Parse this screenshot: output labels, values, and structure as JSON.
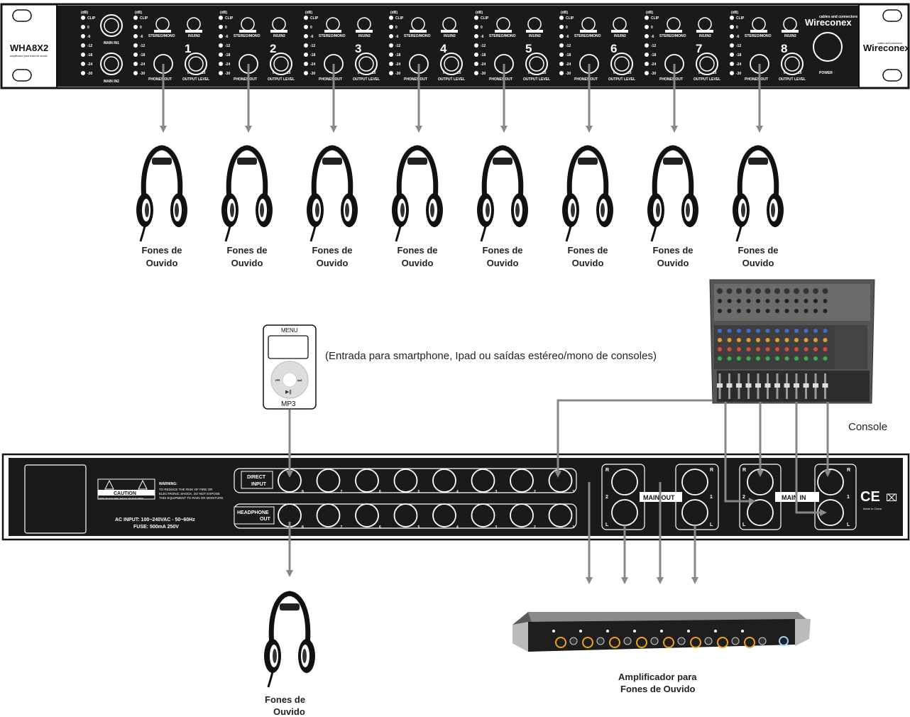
{
  "front_panel": {
    "model": "WHA8X2",
    "model_sub": "amplificador para fones de ouvido",
    "brand": "Wireconex",
    "brand_tag": "cables and connectors",
    "main_in1": "MAIN IN1",
    "main_in2": "MAIN IN2",
    "power_label": "POWER",
    "meter_header": "(dB)",
    "meter_levels": [
      "CLIP",
      "0",
      "-6",
      "-12",
      "-18",
      "-24",
      "-30"
    ],
    "knob_min": "0",
    "knob_max": "10",
    "channel_numbers": [
      "1",
      "2",
      "3",
      "4",
      "5",
      "6",
      "7",
      "8"
    ],
    "stereo_mono": "STEREO/MONO",
    "in1_in2": "IN1/IN2",
    "phones_out": "PHONES OUT",
    "output_level": "OUTPUT LEVEL"
  },
  "headphones": {
    "label_line1": "Fones de",
    "label_line2": "Ouvido"
  },
  "mp3": {
    "menu": "MENU",
    "label": "MP3"
  },
  "input_note": "(Entrada para smartphone, Ipad ou saídas estéreo/mono de consoles)",
  "console_label": "Console",
  "rear_panel": {
    "direct_input_l1": "DIRECT",
    "direct_input_l2": "INPUT",
    "headphone_out_l1": "HEADPHONE",
    "headphone_out_l2": "OUT",
    "jack_numbers": [
      "8",
      "7",
      "6",
      "5",
      "4",
      "3",
      "2",
      "1"
    ],
    "caution": "CAUTION",
    "caution_sub": "RISK OF ELECTRIC SHOCK, DO NOT OPEN",
    "warning_title": "WARNING:",
    "warning_l1": "TO REDUCE THE RISK OF FIRE OR",
    "warning_l2": "ELECTRONIC SHOCK, DO NOT EXPOSE",
    "warning_l3": "THIS EQUIPMENT TO RAIN OR MOISTURE",
    "ac_input": "AC INPUT: 100~240VAC - 50~60Hz",
    "fuse": "FUSE: 500mA 250V",
    "main_out": "MAIN OUT",
    "main_in": "MAIN IN",
    "ch_r": "R",
    "ch_l": "L",
    "ch_2": "2",
    "ch_1": "1",
    "ce": "CE",
    "made_in": "Made in China"
  },
  "amplifier_label_l1": "Amplificador para",
  "amplifier_label_l2": "Fones de Ouvido"
}
